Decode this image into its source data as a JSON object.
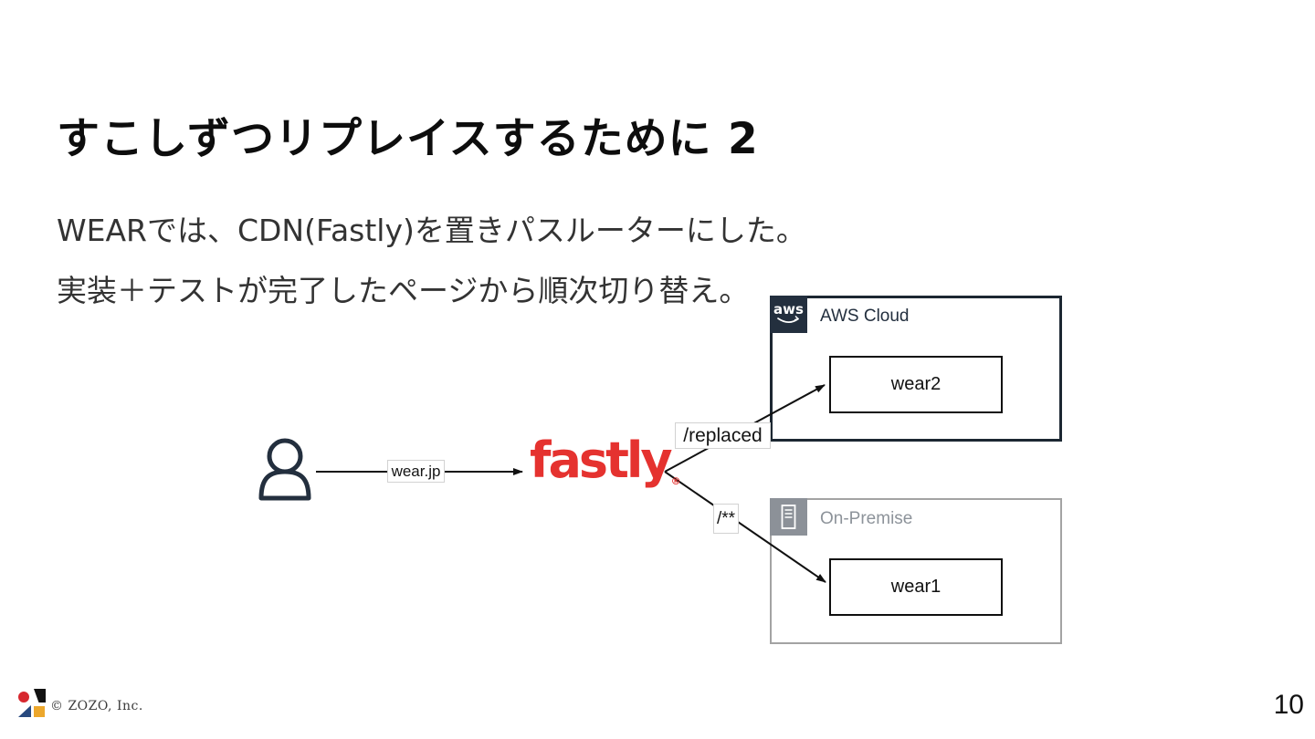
{
  "slide": {
    "title": "すこしずつリプレイスするために 2",
    "body": {
      "line1": "WEARでは、CDN(Fastly)を置きパスルーターにした。",
      "line2": "実装＋テストが完了したページから順次切り替え。"
    },
    "footer": {
      "copyright": "© ZOZO, Inc.",
      "page_number": "10"
    }
  },
  "diagram": {
    "user_request_label": "wear.jp",
    "cdn": {
      "logo_text": "fastly",
      "registered_mark": "®"
    },
    "routes": {
      "replaced_path": "/replaced",
      "wildcard_path": "/**"
    },
    "aws_group": {
      "icon_text": "aws",
      "title": "AWS Cloud",
      "node": "wear2"
    },
    "onprem_group": {
      "title": "On-Premise",
      "node": "wear1"
    }
  },
  "colors": {
    "fastly_red": "#e5322f",
    "aws_navy": "#232f3e",
    "onprem_gray": "#8c9198",
    "arrow_black": "#111111",
    "zozo_logo_red": "#d7282f",
    "zozo_logo_blue": "#27497e",
    "zozo_logo_yellow": "#eca72c",
    "zozo_logo_black": "#121212"
  }
}
